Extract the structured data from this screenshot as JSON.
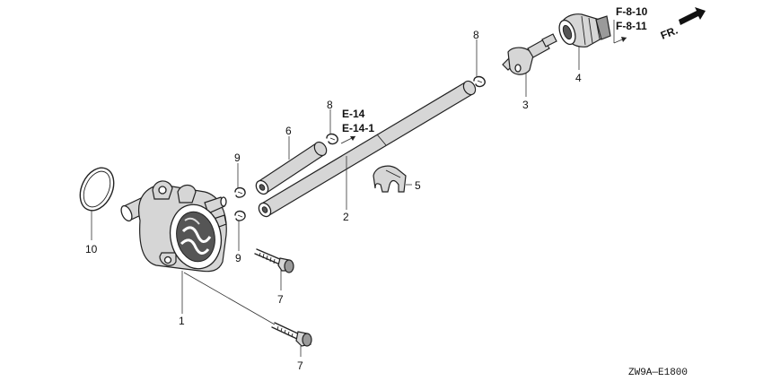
{
  "parts": [
    {
      "label": "1"
    },
    {
      "label": "2"
    },
    {
      "label": "3"
    },
    {
      "label": "4"
    },
    {
      "label": "5"
    },
    {
      "label": "6"
    },
    {
      "label": "7"
    },
    {
      "label": "7"
    },
    {
      "label": "8"
    },
    {
      "label": "8"
    },
    {
      "label": "9"
    },
    {
      "label": "9"
    },
    {
      "label": "10"
    }
  ],
  "refs": {
    "e14": "E-14",
    "e141": "E-14-1",
    "f810": "F-8-10",
    "f811": "F-8-11"
  },
  "direction": "FR.",
  "diagram_code": "ZW9A—E1800"
}
